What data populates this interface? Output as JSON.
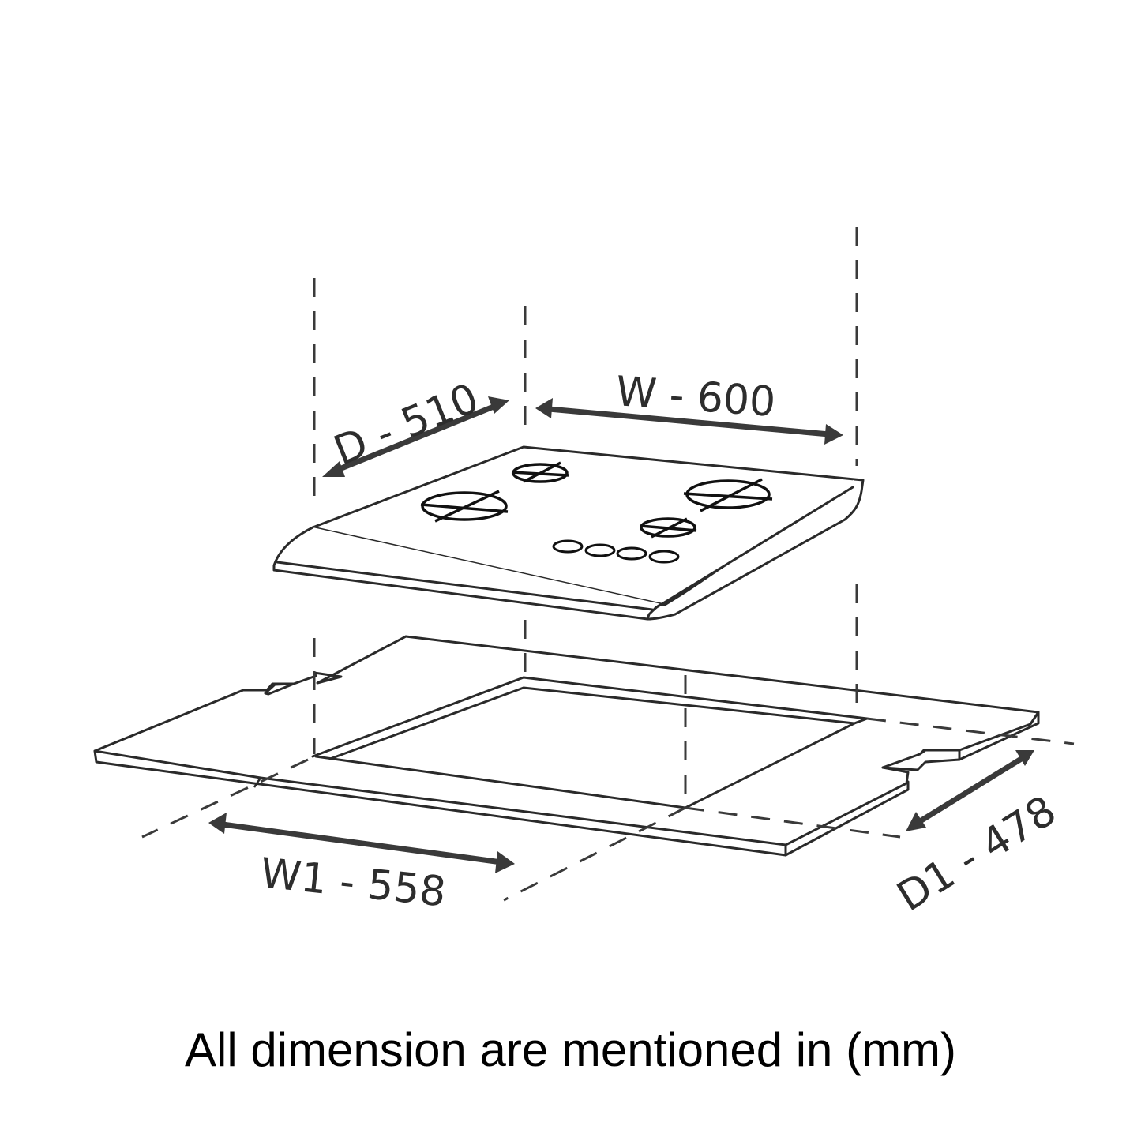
{
  "diagram": {
    "subject": "built-in gas hob with 4 burners and countertop cutout",
    "hob": {
      "burner_count": 4,
      "knob_count": 4
    },
    "dimensions": {
      "depth": {
        "label": "D - 510",
        "value": 510,
        "unit": "mm"
      },
      "width": {
        "label": "W - 600",
        "value": 600,
        "unit": "mm"
      },
      "cutout_width": {
        "label": "W1 - 558",
        "value": 558,
        "unit": "mm"
      },
      "cutout_depth": {
        "label": "D1 - 478",
        "value": 478,
        "unit": "mm"
      }
    },
    "caption": "All dimension are mentioned in (mm)",
    "colors": {
      "line": "#2a2a2a",
      "arrow": "#3a3a3a",
      "background": "#ffffff",
      "caption": "#000000"
    }
  }
}
